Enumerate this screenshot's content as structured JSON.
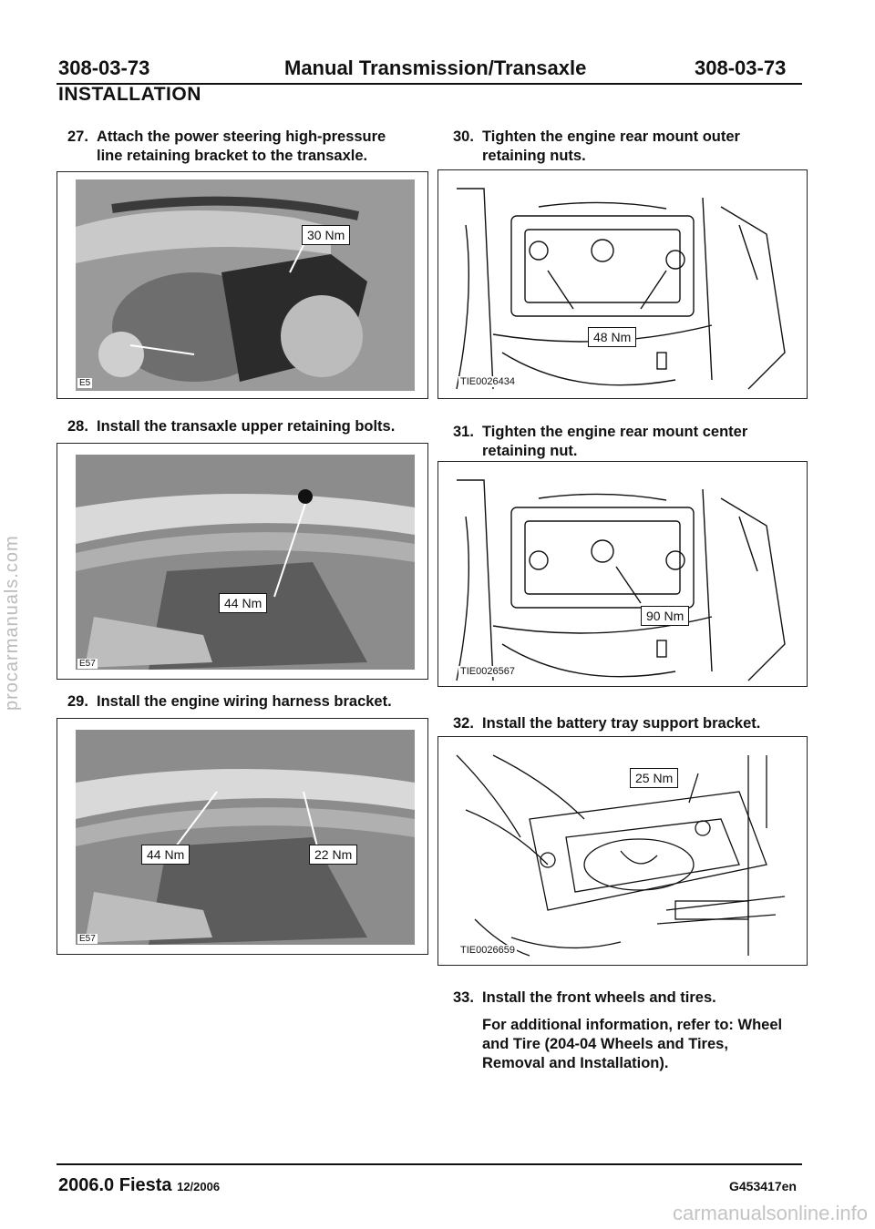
{
  "header": {
    "left_code": "308-03-73",
    "title": "Manual Transmission/Transaxle",
    "right_code": "308-03-73"
  },
  "section": "INSTALLATION",
  "steps": [
    {
      "num": "27.",
      "line1": "Attach the power steering high-pressure",
      "line2": "line retaining bracket to the transaxle."
    },
    {
      "num": "28.",
      "line1": "Install the transaxle upper retaining bolts.",
      "line2": ""
    },
    {
      "num": "29.",
      "line1": "Install the engine wiring harness bracket.",
      "line2": ""
    },
    {
      "num": "30.",
      "line1": "Tighten the engine rear mount outer",
      "line2": "retaining nuts."
    },
    {
      "num": "31.",
      "line1": "Tighten the engine rear mount center",
      "line2": "retaining nut."
    },
    {
      "num": "32.",
      "line1": "Install the battery tray support bracket.",
      "line2": ""
    },
    {
      "num": "33.",
      "line1": "Install the front wheels and tires.",
      "line2": ""
    }
  ],
  "note": {
    "line1": "For additional information, refer to: Wheel",
    "line2": "and Tire (204-04 Wheels and Tires,",
    "line3": "Removal and Installation)."
  },
  "figures": {
    "f27": {
      "torque": "30 Nm",
      "id": "E5"
    },
    "f28": {
      "torque": "44 Nm",
      "id": "E57"
    },
    "f29": {
      "torque1": "44 Nm",
      "torque2": "22 Nm",
      "id": "E57"
    },
    "f30": {
      "torque": "48 Nm",
      "id": "TIE0026434"
    },
    "f31": {
      "torque": "90 Nm",
      "id": "TIE0026567"
    },
    "f32": {
      "torque": "25 Nm",
      "id": "TIE0026659"
    }
  },
  "footer": {
    "model": "2006.0 Fiesta",
    "date": "12/2006",
    "code": "G453417en"
  },
  "watermarks": {
    "side": "procarmanuals.com",
    "bottom": "carmanualsonline.info"
  }
}
